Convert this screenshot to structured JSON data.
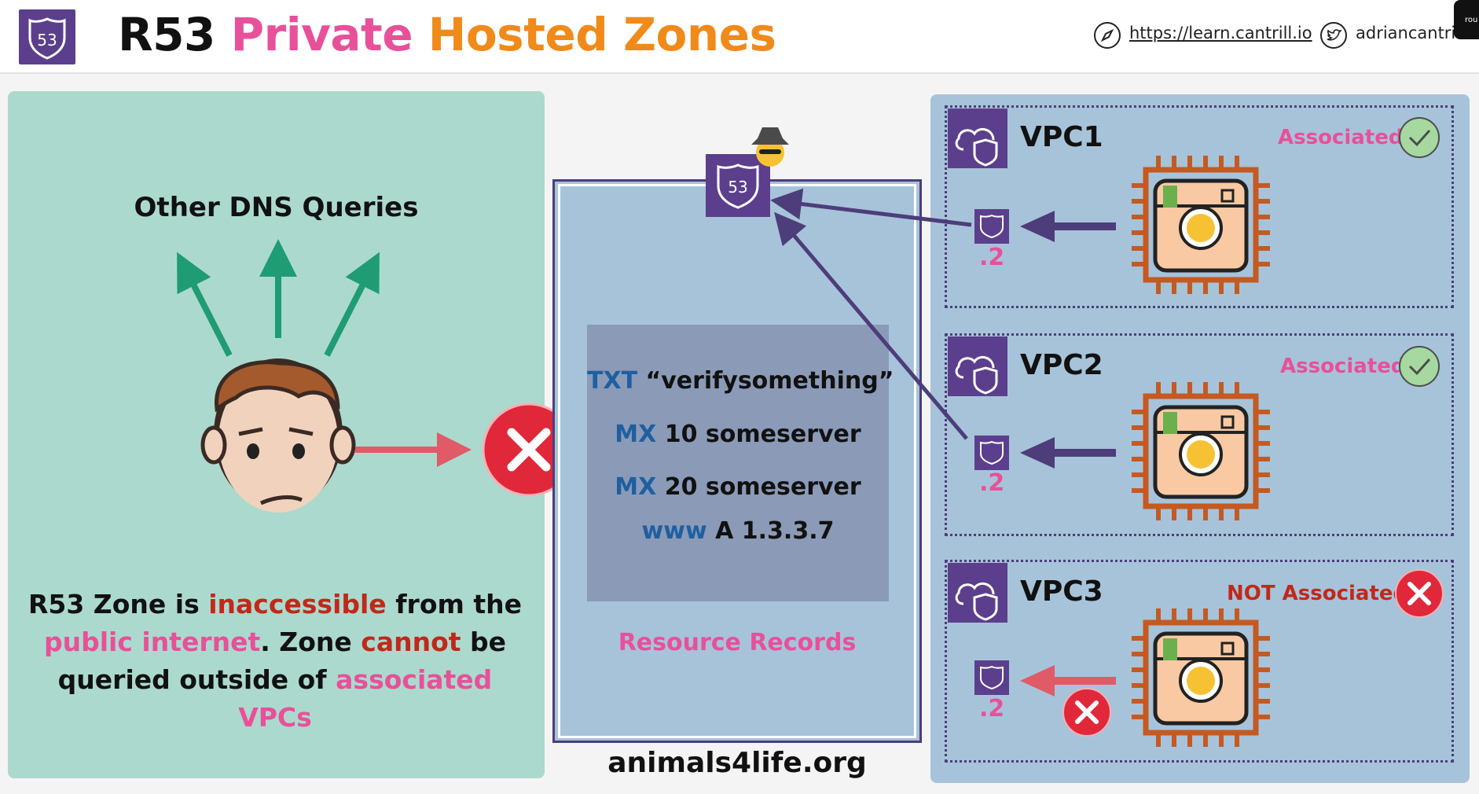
{
  "header": {
    "title_part1": "R53",
    "title_part2": "Private",
    "title_part3": "Hosted Zones",
    "website": "https://learn.cantrill.io",
    "twitter": "adriancantrill",
    "corner_tab": "rou"
  },
  "left_panel": {
    "other_dns_queries": "Other DNS Queries",
    "caption": {
      "s1": "R53 Zone is ",
      "s2": "inaccessible",
      "s3": " from the ",
      "s4": "public internet",
      "s5": ". Zone ",
      "s6": "cannot",
      "s7": " be queried outside of ",
      "s8": "associated VPCs"
    }
  },
  "zone": {
    "records": [
      {
        "type": "TXT",
        "value": "“verifysomething”"
      },
      {
        "type": "MX",
        "value": "10 someserver"
      },
      {
        "type": "MX",
        "value": "20 someserver"
      },
      {
        "type": "www",
        "value": "A 1.3.3.7"
      }
    ],
    "records_label": "Resource Records",
    "domain": "animals4life.org"
  },
  "vpcs": [
    {
      "name": "VPC1",
      "status": "Associated",
      "ip": ".2"
    },
    {
      "name": "VPC2",
      "status": "Associated",
      "ip": ".2"
    },
    {
      "name": "VPC3",
      "status": "NOT Associated",
      "ip": ".2"
    }
  ],
  "colors": {
    "purple": "#5b3f8c",
    "pink": "#e8509a",
    "orange": "#f08a1a",
    "green_arrow": "#1f9c73",
    "red": "#e23a3a",
    "ec2_orange": "#c45a22"
  },
  "icons": [
    "route53-shield-icon",
    "spy-icon",
    "vpc-cloud-shield-icon",
    "ec2-chip-icon",
    "cat-emoji-icon",
    "check-icon",
    "cross-icon",
    "compass-icon",
    "twitter-icon",
    "person-face-icon"
  ]
}
